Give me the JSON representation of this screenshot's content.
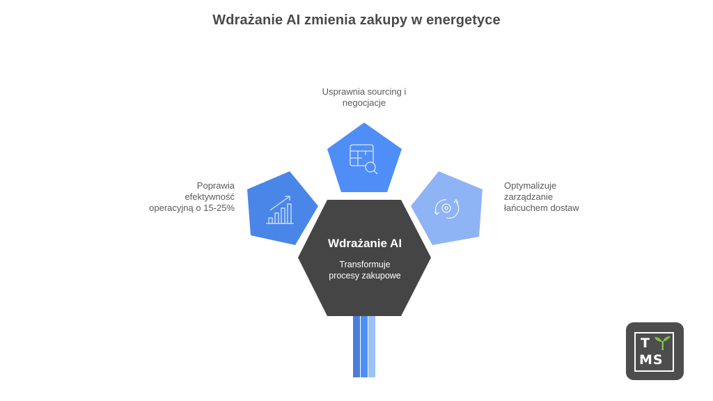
{
  "title": "Wdrażanie AI zmienia zakupy w energetyce",
  "center": {
    "title": "Wdrażanie AI",
    "subtitle_line1": "Transformuje",
    "subtitle_line2": "procesy zakupowe",
    "color": "#454545"
  },
  "nodes": [
    {
      "position": "top",
      "label_line1": "Usprawnia sourcing i",
      "label_line2": "negocjacje",
      "icon": "table-search-icon",
      "color": "#4f8ef7"
    },
    {
      "position": "left",
      "label_line1": "Poprawia",
      "label_line2": "efektywność",
      "label_line3": "operacyjną o 15-25%",
      "icon": "growth-chart-icon",
      "color": "#4a86e8"
    },
    {
      "position": "right",
      "label_line1": "Optymalizuje",
      "label_line2": "zarządzanie",
      "label_line3": "łańcuchem dostaw",
      "icon": "gear-cycle-icon",
      "color": "#8fb4f5"
    }
  ],
  "stem": {
    "colors": [
      "#4a7fd9",
      "#4f8ef7",
      "#9cc0fa"
    ]
  },
  "logo": {
    "letter_top": "T",
    "letters_bottom": "MS",
    "sprout_color": "#7cc043",
    "background": "#4d4d4d"
  }
}
